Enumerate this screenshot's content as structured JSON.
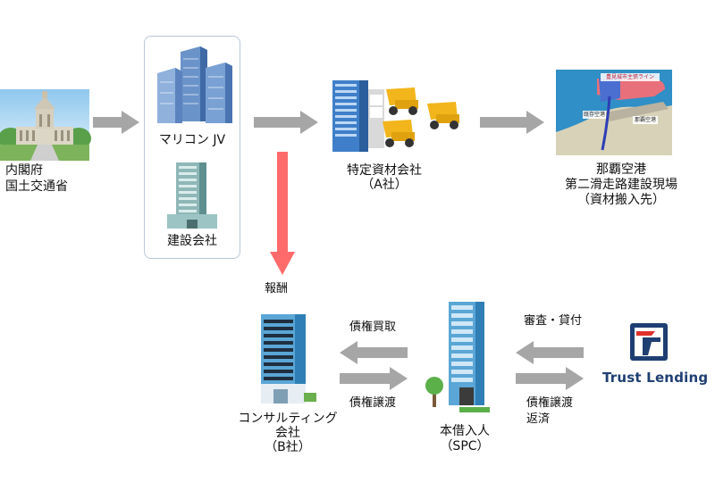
{
  "nodes": {
    "government": {
      "lines": [
        "内閣府",
        "国土交通省"
      ]
    },
    "marikon": {
      "label": "マリコン JV"
    },
    "construction": {
      "label": "建設会社"
    },
    "materials": {
      "lines": [
        "特定資材会社",
        "（A社）"
      ]
    },
    "airport": {
      "lines": [
        "那覇空港",
        "第二滑走路建設現場",
        "（資材搬入先）"
      ]
    },
    "consulting": {
      "lines": [
        "コンサルティング",
        "会社",
        "（B社）"
      ]
    },
    "spc": {
      "lines": [
        "本借入人",
        "（SPC）"
      ]
    },
    "trust": {
      "label": "Trust Lending"
    }
  },
  "map": {
    "label_route": "豊見城市主張ライン",
    "label_existing": "既存空港",
    "label_naha": "那覇空港"
  },
  "edges": {
    "reward": "報酬",
    "debt_purchase": "債権買取",
    "debt_transfer_left": "債権譲渡",
    "review_loan": "審査・貸付",
    "debt_transfer_right": "債権譲渡",
    "repay": "返済"
  },
  "colors": {
    "gray_arrow": "#a6a6a6",
    "red_arrow": "#ff6b6b",
    "box_border": "#b9c7d6",
    "trust_blue": "#1f3f73",
    "trust_red": "#e0302a"
  }
}
